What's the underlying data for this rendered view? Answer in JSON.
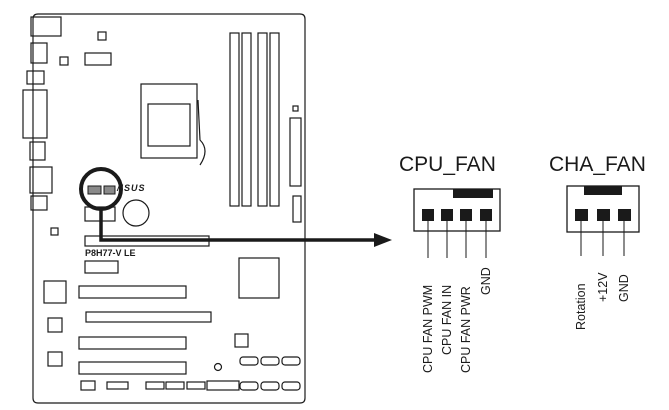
{
  "board": {
    "model_label": "P8H77-V LE",
    "brand_label": "/ISUS"
  },
  "cpu_fan": {
    "title": "CPU_FAN",
    "pins": [
      "CPU FAN PWM",
      "CPU FAN IN",
      "CPU FAN PWR",
      "GND"
    ]
  },
  "cha_fan": {
    "title": "CHA_FAN",
    "pins": [
      "Rotation",
      "+12V",
      "GND"
    ]
  },
  "colors": {
    "line": "#1a1a1a",
    "header_fill": "#8a8a8a"
  }
}
